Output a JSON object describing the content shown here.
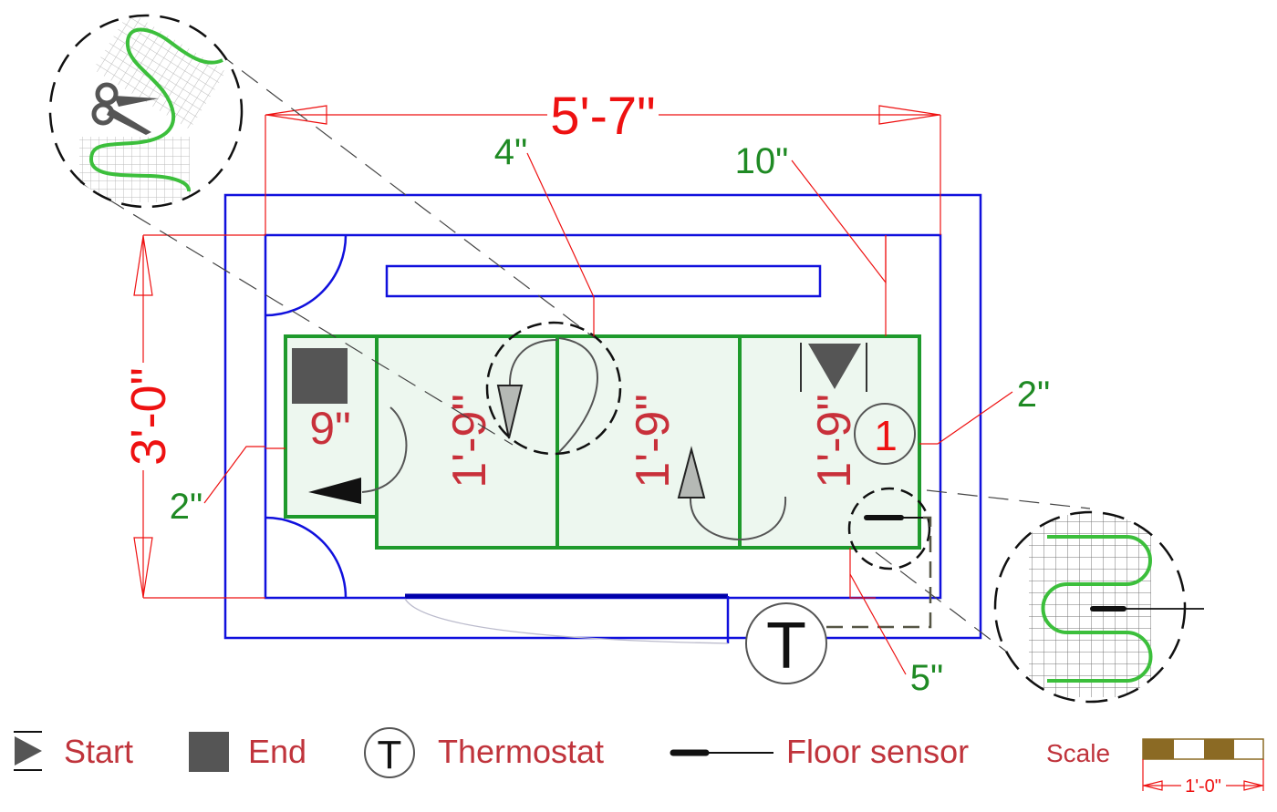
{
  "title": "Heated floor mat layout plan",
  "dimensions": {
    "overall_width": "5'-7\"",
    "overall_height": "3'-0\"",
    "offset_top_left": "4\"",
    "offset_top_right": "10\"",
    "offset_left": "2\"",
    "offset_right": "2\"",
    "offset_bottom": "5\""
  },
  "mat_panels": [
    {
      "label": "9\"",
      "orientation": "horizontal"
    },
    {
      "label": "1'-9\"",
      "orientation": "vertical"
    },
    {
      "label": "1'-9\"",
      "orientation": "vertical"
    },
    {
      "label": "1'-9\"",
      "orientation": "vertical"
    }
  ],
  "zone_number": "1",
  "thermostat_symbol": "T",
  "colors": {
    "walls": "#1010dd",
    "mat_outline": "#1e9a2c",
    "mat_fill": "#edf7ef",
    "dimension_red": "#ee1111",
    "dimension_green": "#1f8a24",
    "legend_text": "#c0343c",
    "marker_dark": "#555555",
    "scale_brown": "#8b6a24"
  },
  "legend": {
    "items": [
      {
        "icon": "start-marker-icon",
        "label": "Start"
      },
      {
        "icon": "end-marker-icon",
        "label": "End"
      },
      {
        "icon": "thermostat-icon",
        "label": "Thermostat",
        "symbol": "T"
      },
      {
        "icon": "floor-sensor-icon",
        "label": "Floor sensor"
      }
    ],
    "scale": {
      "label": "Scale",
      "length": "1'-0\""
    }
  }
}
